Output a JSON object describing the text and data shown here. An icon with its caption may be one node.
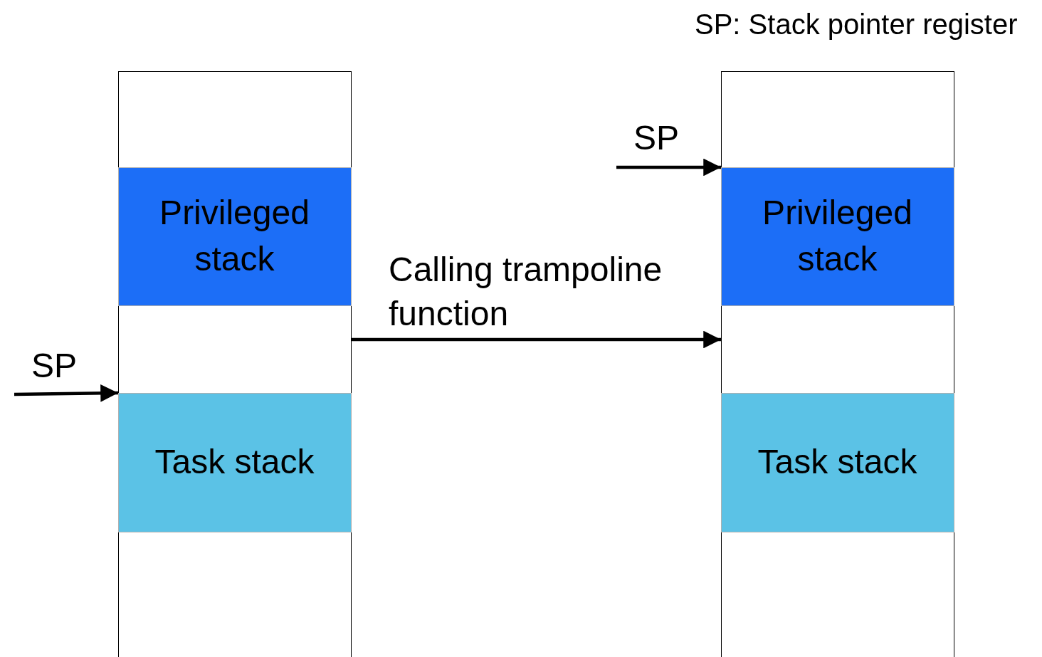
{
  "diagram": {
    "nodes": [
      {
        "text": [],
        "shape": "box"
      },
      {
        "text": [
          "Privileged stack"
        ],
        "in": 0
      },
      {
        "text": [
          "Task stack"
        ],
        "in": 0
      },
      {
        "text": [],
        "shape": "box"
      },
      {
        "text": [
          "Privileged stack"
        ],
        "in": 3
      },
      {
        "text": [
          "Task stack"
        ],
        "in": 3
      }
    ],
    "edges": [
      {
        "from": null,
        "to": 2,
        "arrow": "to"
      },
      {
        "from": 0,
        "to": 3,
        "arrow": "to",
        "label": "Calling trampoline function"
      },
      {
        "from": null,
        "to": 4,
        "arrow": "to"
      }
    ],
    "labels": [
      "SP: Stack pointer register",
      "SP",
      "SP"
    ]
  }
}
